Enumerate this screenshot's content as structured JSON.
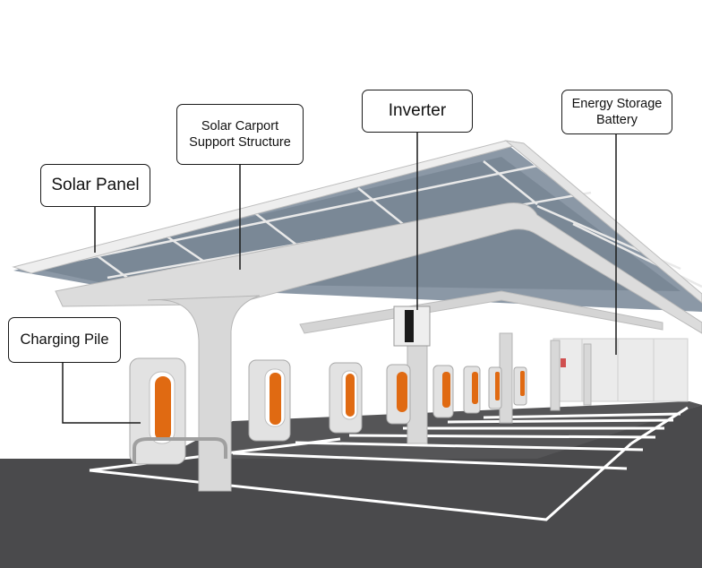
{
  "labels": {
    "solar_panel": "Solar Panel",
    "support_structure": "Solar Carport\nSupport Structure",
    "inverter": "Inverter",
    "energy_storage": "Energy Storage\nBattery",
    "charging_pile": "Charging Pile"
  },
  "colors": {
    "ground": "#4a4a4c",
    "structure": "#dcdcdc",
    "structure_shade": "#c4c4c4",
    "panel": "#7d8b9a",
    "panel_frame": "#eeeeee",
    "charger_body": "#e2e2e2",
    "charger_accent": "#e06a12",
    "parking_lines": "#ffffff",
    "label_border": "#1a1a1a"
  }
}
